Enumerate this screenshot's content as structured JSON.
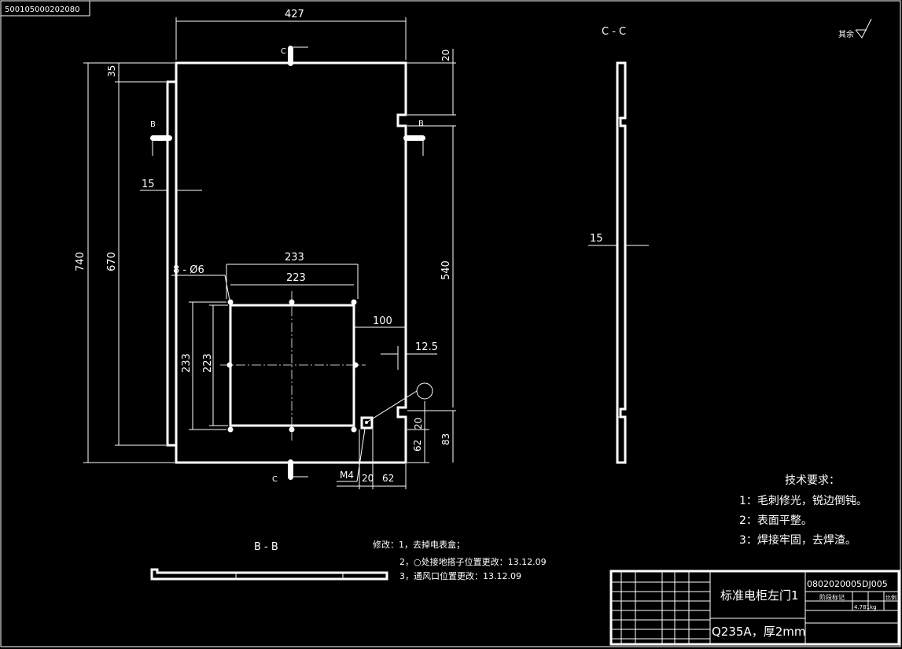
{
  "drawing_number": "500105000202080",
  "dimensions": {
    "d427": "427",
    "d20_top": "20",
    "d35": "35",
    "d740": "740",
    "d670": "670",
    "d15_front": "15",
    "d540": "540",
    "d233_top": "233",
    "d223_top": "223",
    "holes": "8 - Ø6",
    "d100": "100",
    "d12_5": "12.5",
    "d233_left": "233",
    "d223_left": "223",
    "d20_right": "20",
    "d83": "83",
    "d62_right": "62",
    "m4": "M4",
    "d20_bottom": "20",
    "d62_bottom": "62",
    "d15_side": "15"
  },
  "section_marks": {
    "c_top": "C",
    "c_bottom": "C",
    "b_left": "B",
    "b_right": "B",
    "cc_title": "C - C",
    "bb_title": "B - B"
  },
  "roughness": "其余",
  "revisions": {
    "line1": "修改：1，去掉电表盒；",
    "line2": "2，○处接地搭子位置更改：13.12.09",
    "line3": "3，通风口位置更改：13.12.09"
  },
  "tech_requirements": {
    "title": "技术要求：",
    "item1": "1：毛刺修光，锐边倒钝。",
    "item2": "2：表面平整。",
    "item3": "3：焊接牢固，去焊渣。"
  },
  "title_block": {
    "part_name": "标准电柜左门1",
    "material": "Q235A，厚2mm",
    "code": "0802020005DJ005",
    "stage_label": "阶段标记",
    "weight": "4.781kg",
    "scale": "比例"
  }
}
